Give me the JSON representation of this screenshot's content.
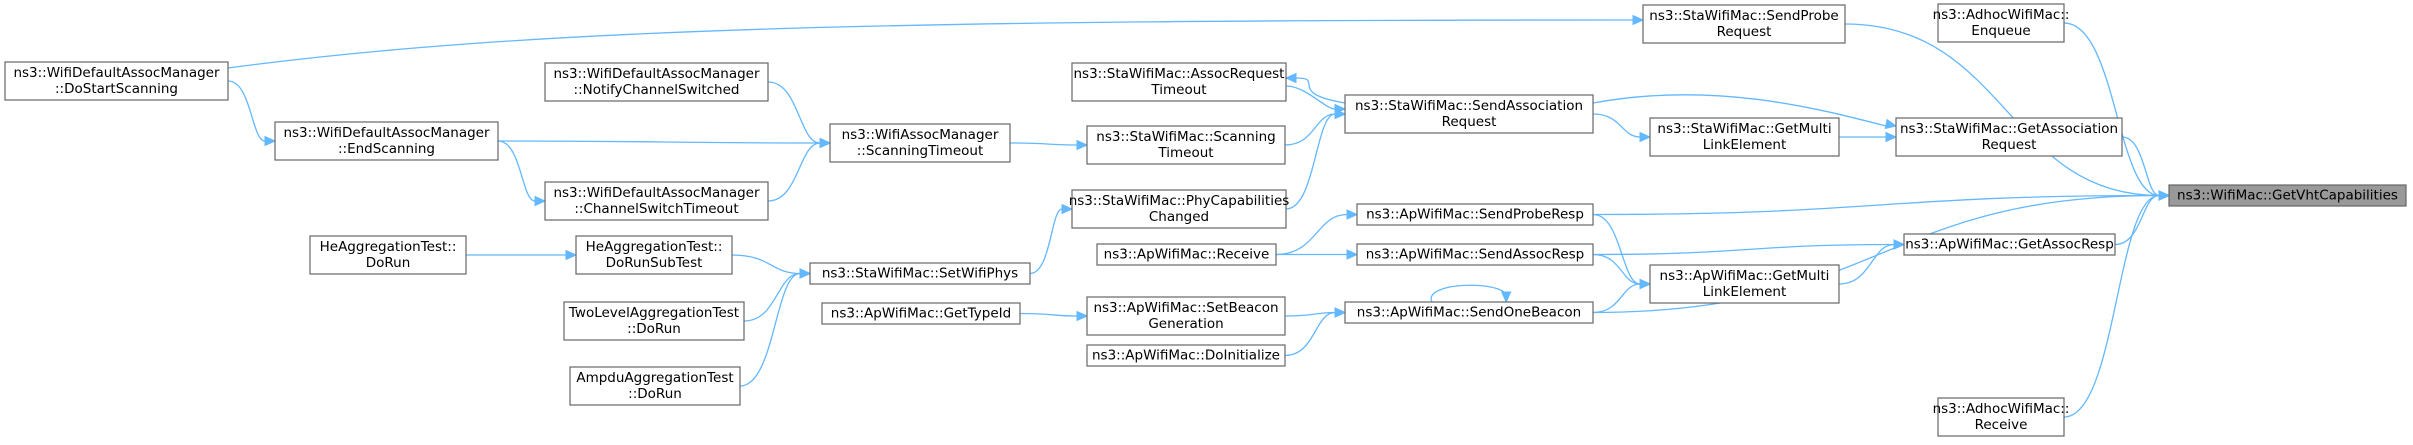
{
  "graph": {
    "title": "",
    "colors": {
      "edge": "#63b8ff",
      "node_border": "#666666",
      "focus_fill": "#999999"
    },
    "nodes": [
      {
        "id": "vht",
        "lines": [
          "ns3::WifiMac::GetVhtCapabilities"
        ],
        "highlight": true
      },
      {
        "id": "adhoc_enq",
        "lines": [
          "ns3::AdhocWifiMac::",
          "Enqueue"
        ]
      },
      {
        "id": "adhoc_recv",
        "lines": [
          "ns3::AdhocWifiMac::",
          "Receive"
        ]
      },
      {
        "id": "sta_sendprobe",
        "lines": [
          "ns3::StaWifiMac::SendProbe",
          "Request"
        ]
      },
      {
        "id": "sta_getassoc",
        "lines": [
          "ns3::StaWifiMac::GetAssociation",
          "Request"
        ]
      },
      {
        "id": "ap_getassocresp",
        "lines": [
          "ns3::ApWifiMac::GetAssocResp"
        ]
      },
      {
        "id": "ap_sendproberesp",
        "lines": [
          "ns3::ApWifiMac::SendProbeResp"
        ]
      },
      {
        "id": "ap_sendonebeacon",
        "lines": [
          "ns3::ApWifiMac::SendOneBeacon"
        ]
      },
      {
        "id": "sta_getmulti",
        "lines": [
          "ns3::StaWifiMac::GetMulti",
          "LinkElement"
        ]
      },
      {
        "id": "ap_getmulti",
        "lines": [
          "ns3::ApWifiMac::GetMulti",
          "LinkElement"
        ]
      },
      {
        "id": "sta_sendassoc",
        "lines": [
          "ns3::StaWifiMac::SendAssociation",
          "Request"
        ]
      },
      {
        "id": "ap_sendassocresp",
        "lines": [
          "ns3::ApWifiMac::SendAssocResp"
        ]
      },
      {
        "id": "ap_receive",
        "lines": [
          "ns3::ApWifiMac::Receive"
        ]
      },
      {
        "id": "ap_setbeacon",
        "lines": [
          "ns3::ApWifiMac::SetBeacon",
          "Generation"
        ]
      },
      {
        "id": "ap_doinit",
        "lines": [
          "ns3::ApWifiMac::DoInitialize"
        ]
      },
      {
        "id": "ap_gettypeid",
        "lines": [
          "ns3::ApWifiMac::GetTypeId"
        ]
      },
      {
        "id": "sta_assoctimeout",
        "lines": [
          "ns3::StaWifiMac::AssocRequest",
          "Timeout"
        ]
      },
      {
        "id": "sta_scantimeout",
        "lines": [
          "ns3::StaWifiMac::Scanning",
          "Timeout"
        ]
      },
      {
        "id": "sta_phycap",
        "lines": [
          "ns3::StaWifiMac::PhyCapabilities",
          "Changed"
        ]
      },
      {
        "id": "sta_setwifiphys",
        "lines": [
          "ns3::StaWifiMac::SetWifiPhys"
        ]
      },
      {
        "id": "assoc_scantimeout",
        "lines": [
          "ns3::WifiAssocManager",
          "::ScanningTimeout"
        ]
      },
      {
        "id": "dam_notify",
        "lines": [
          "ns3::WifiDefaultAssocManager",
          "::NotifyChannelSwitched"
        ]
      },
      {
        "id": "dam_chswitch",
        "lines": [
          "ns3::WifiDefaultAssocManager",
          "::ChannelSwitchTimeout"
        ]
      },
      {
        "id": "dam_endscan",
        "lines": [
          "ns3::WifiDefaultAssocManager",
          "::EndScanning"
        ]
      },
      {
        "id": "dam_dostart",
        "lines": [
          "ns3::WifiDefaultAssocManager",
          "::DoStartScanning"
        ]
      },
      {
        "id": "he_dorunsub",
        "lines": [
          "HeAggregationTest::",
          "DoRunSubTest"
        ]
      },
      {
        "id": "he_dorun",
        "lines": [
          "HeAggregationTest::",
          "DoRun"
        ]
      },
      {
        "id": "twolevel",
        "lines": [
          "TwoLevelAggregationTest",
          "::DoRun"
        ]
      },
      {
        "id": "ampdu",
        "lines": [
          "AmpduAggregationTest",
          "::DoRun"
        ]
      }
    ],
    "edges": [
      {
        "from": "adhoc_enq",
        "to": "vht"
      },
      {
        "from": "adhoc_recv",
        "to": "vht"
      },
      {
        "from": "sta_sendprobe",
        "to": "vht"
      },
      {
        "from": "sta_getassoc",
        "to": "vht"
      },
      {
        "from": "ap_getassocresp",
        "to": "vht"
      },
      {
        "from": "ap_sendproberesp",
        "to": "vht"
      },
      {
        "from": "ap_sendonebeacon",
        "to": "vht"
      },
      {
        "from": "sta_getmulti",
        "to": "sta_getassoc"
      },
      {
        "from": "sta_sendassoc",
        "to": "sta_getassoc"
      },
      {
        "from": "ap_getmulti",
        "to": "ap_getassocresp"
      },
      {
        "from": "ap_sendassocresp",
        "to": "ap_getassocresp"
      },
      {
        "from": "sta_sendassoc",
        "to": "sta_getmulti"
      },
      {
        "from": "ap_sendproberesp",
        "to": "ap_getmulti"
      },
      {
        "from": "ap_sendassocresp",
        "to": "ap_getmulti"
      },
      {
        "from": "ap_sendonebeacon",
        "to": "ap_getmulti"
      },
      {
        "from": "ap_receive",
        "to": "ap_sendproberesp"
      },
      {
        "from": "ap_receive",
        "to": "ap_sendassocresp"
      },
      {
        "from": "ap_setbeacon",
        "to": "ap_sendonebeacon"
      },
      {
        "from": "ap_doinit",
        "to": "ap_sendonebeacon"
      },
      {
        "from": "ap_sendonebeacon",
        "to": "ap_sendonebeacon"
      },
      {
        "from": "ap_gettypeid",
        "to": "ap_setbeacon"
      },
      {
        "from": "sta_assoctimeout",
        "to": "sta_sendassoc"
      },
      {
        "from": "sta_sendassoc",
        "to": "sta_assoctimeout"
      },
      {
        "from": "sta_scantimeout",
        "to": "sta_sendassoc"
      },
      {
        "from": "sta_phycap",
        "to": "sta_sendassoc"
      },
      {
        "from": "sta_setwifiphys",
        "to": "sta_phycap"
      },
      {
        "from": "assoc_scantimeout",
        "to": "sta_scantimeout"
      },
      {
        "from": "dam_notify",
        "to": "assoc_scantimeout"
      },
      {
        "from": "dam_chswitch",
        "to": "assoc_scantimeout"
      },
      {
        "from": "dam_endscan",
        "to": "assoc_scantimeout"
      },
      {
        "from": "dam_endscan",
        "to": "dam_chswitch"
      },
      {
        "from": "dam_dostart",
        "to": "dam_endscan"
      },
      {
        "from": "dam_dostart",
        "to": "sta_sendprobe"
      },
      {
        "from": "he_dorunsub",
        "to": "sta_setwifiphys"
      },
      {
        "from": "he_dorun",
        "to": "he_dorunsub"
      },
      {
        "from": "twolevel",
        "to": "sta_setwifiphys"
      },
      {
        "from": "ampdu",
        "to": "sta_setwifiphys"
      }
    ]
  }
}
